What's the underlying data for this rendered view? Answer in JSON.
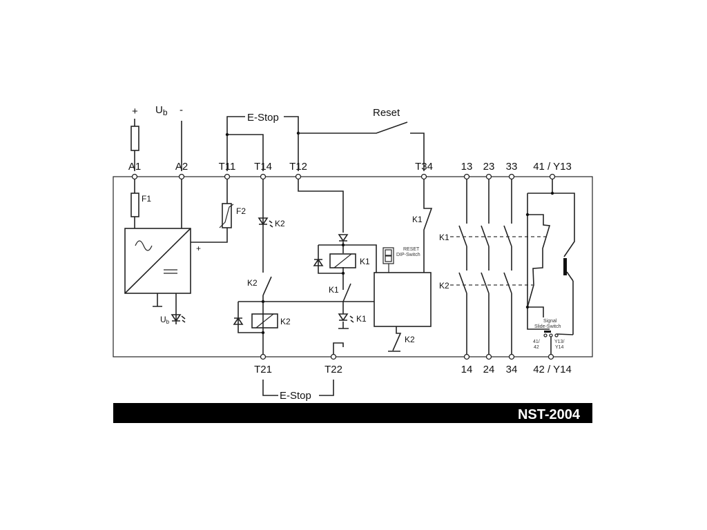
{
  "supply": {
    "plus": "+",
    "ub": "U",
    "ub_sub": "b",
    "minus": "-"
  },
  "top_terminals": [
    "A1",
    "A2",
    "T11",
    "T14",
    "T12",
    "T34",
    "13",
    "23",
    "33",
    "41 / Y13"
  ],
  "bottom_terminals": [
    "T21",
    "T22",
    "14",
    "24",
    "34",
    "42 / Y14"
  ],
  "estop_top": "E-Stop",
  "estop_bottom": "E-Stop",
  "reset": "Reset",
  "labels": {
    "f1": "F1",
    "f2": "F2",
    "plus_out": "+",
    "led_ub": "U",
    "led_ub_sub": "b",
    "led_k2": "K2",
    "sw_k2": "K2",
    "coil_k2": "K2",
    "coil_k1": "K1",
    "sw_k1": "K1",
    "led_k1": "K1",
    "t34_k1": "K1",
    "ctrl_k2": "K2",
    "row_k1": "K1",
    "row_k2": "K2",
    "dip_1": "RESET",
    "dip_2": "DIP-Switch",
    "slide_1": "Signal",
    "slide_2": "Slide-Switch",
    "slide_l1": "41/",
    "slide_l2": "42",
    "slide_r1": "Y13/",
    "slide_r2": "Y14"
  },
  "model": "NST-2004"
}
